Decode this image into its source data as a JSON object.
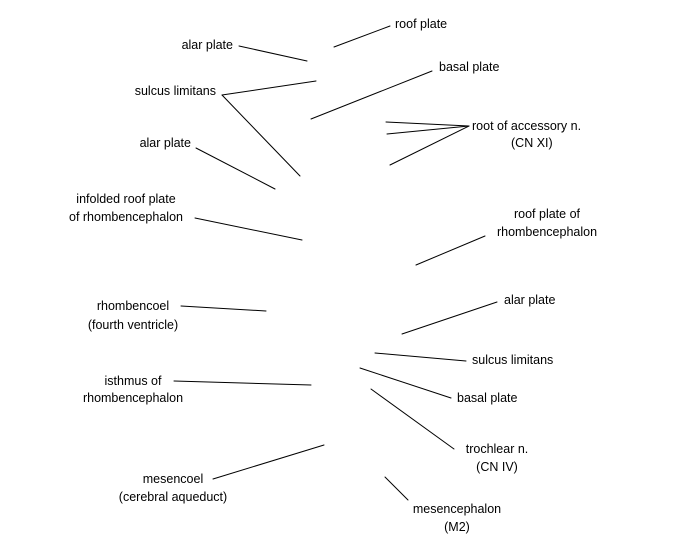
{
  "labels": {
    "roof_plate_top": "roof plate",
    "alar_plate_top": "alar plate",
    "basal_plate_top": "basal plate",
    "sulcus_limitans_top": "sulcus limitans",
    "root_accessory": [
      "root of accessory n.",
      "(CN XI)"
    ],
    "alar_plate_mid": "alar plate",
    "infolded_roof_plate": [
      "infolded roof plate",
      "of rhombencephalon"
    ],
    "roof_plate_rhomb": [
      "roof plate of",
      "rhombencephalon"
    ],
    "rhombencoel": [
      "rhombencoel",
      "(fourth ventricle)"
    ],
    "alar_plate_low": "alar plate",
    "sulcus_limitans_low": "sulcus limitans",
    "isthmus": [
      "isthmus of",
      "rhombencephalon"
    ],
    "basal_plate_low": "basal plate",
    "trochlear": [
      "trochlear n.",
      "(CN IV)"
    ],
    "mesencoel": [
      "mesencoel",
      "(cerebral aqueduct)"
    ],
    "mesencephalon": [
      "mesencephalon",
      "(M2)"
    ]
  }
}
